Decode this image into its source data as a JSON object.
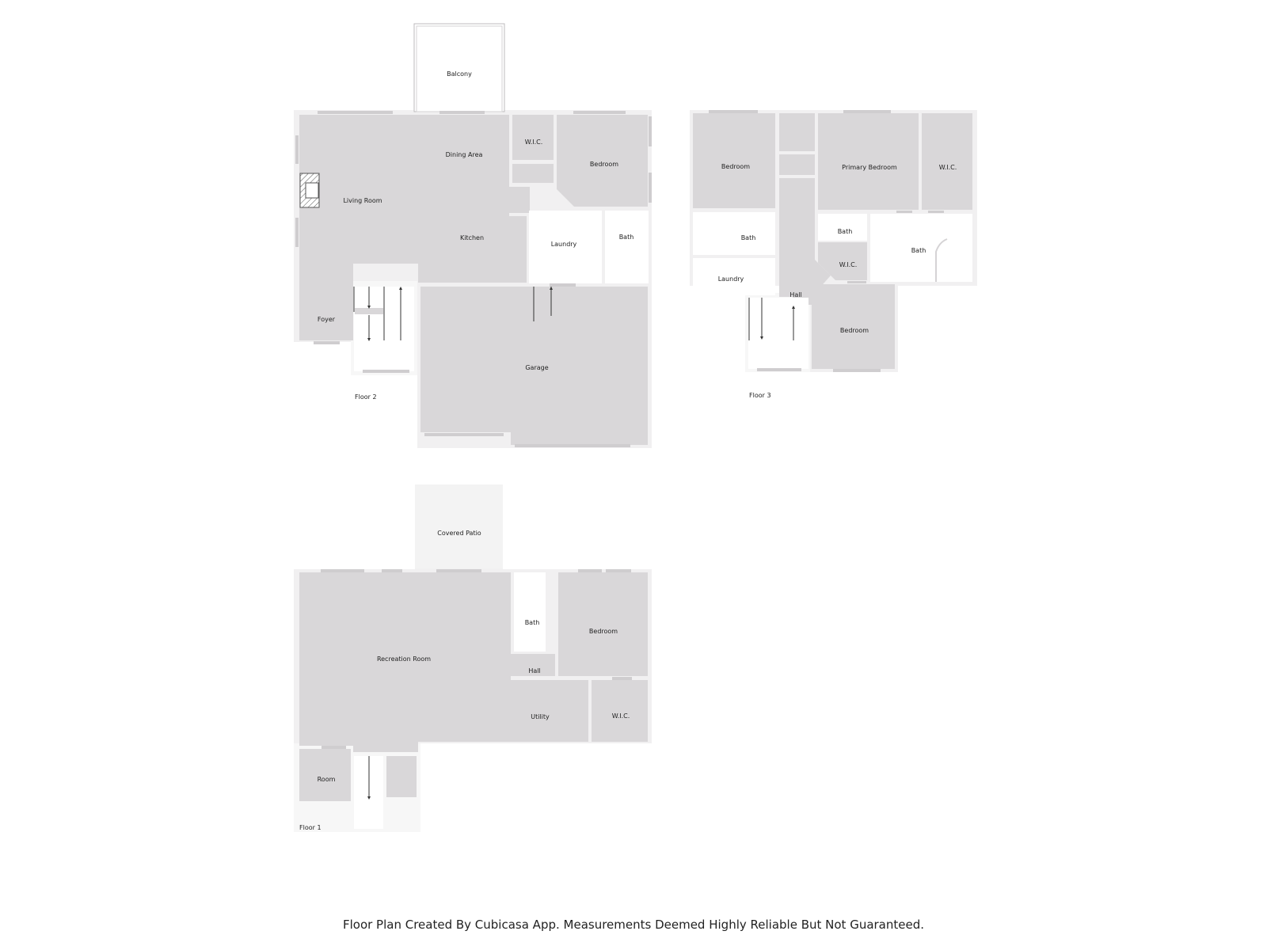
{
  "title": "",
  "colors": {
    "room": "#d9d7d9",
    "wall": "#f1f0f1",
    "window": "#cfcdcf",
    "hatch": "#555555",
    "text": "#222222"
  },
  "floors": [
    {
      "key": "floor2",
      "label": "Floor 2",
      "rooms": [
        {
          "key": "balcony",
          "label": "Balcony"
        },
        {
          "key": "dining",
          "label": "Dining Area"
        },
        {
          "key": "living",
          "label": "Living Room"
        },
        {
          "key": "kitchen",
          "label": "Kitchen"
        },
        {
          "key": "wic",
          "label": "W.I.C."
        },
        {
          "key": "bedroom",
          "label": "Bedroom"
        },
        {
          "key": "laundry",
          "label": "Laundry"
        },
        {
          "key": "bath",
          "label": "Bath"
        },
        {
          "key": "foyer",
          "label": "Foyer"
        },
        {
          "key": "garage",
          "label": "Garage"
        }
      ]
    },
    {
      "key": "floor3",
      "label": "Floor 3",
      "rooms": [
        {
          "key": "bedroom1",
          "label": "Bedroom"
        },
        {
          "key": "primary",
          "label": "Primary Bedroom"
        },
        {
          "key": "wic1",
          "label": "W.I.C."
        },
        {
          "key": "bath1",
          "label": "Bath"
        },
        {
          "key": "bath2",
          "label": "Bath"
        },
        {
          "key": "bath3",
          "label": "Bath"
        },
        {
          "key": "wic2",
          "label": "W.I.C."
        },
        {
          "key": "laundry",
          "label": "Laundry"
        },
        {
          "key": "hall",
          "label": "Hall"
        },
        {
          "key": "bedroom2",
          "label": "Bedroom"
        }
      ]
    },
    {
      "key": "floor1",
      "label": "Floor 1",
      "rooms": [
        {
          "key": "patio",
          "label": "Covered Patio"
        },
        {
          "key": "bath",
          "label": "Bath"
        },
        {
          "key": "bedroom",
          "label": "Bedroom"
        },
        {
          "key": "rec",
          "label": "Recreation Room"
        },
        {
          "key": "hall",
          "label": "Hall"
        },
        {
          "key": "utility",
          "label": "Utility"
        },
        {
          "key": "wic",
          "label": "W.I.C."
        },
        {
          "key": "room",
          "label": "Room"
        }
      ]
    }
  ],
  "footer": "Floor Plan Created By Cubicasa App. Measurements Deemed Highly Reliable But Not Guaranteed."
}
